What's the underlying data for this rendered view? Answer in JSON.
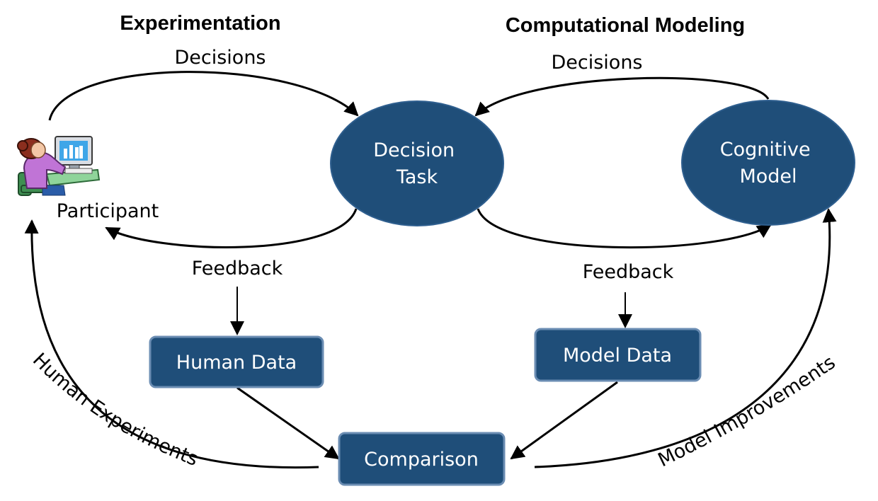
{
  "headings": {
    "experimentation": "Experimentation",
    "computational_modeling": "Computational Modeling"
  },
  "nodes": {
    "decision_task": [
      "Decision",
      "Task"
    ],
    "cognitive_model": [
      "Cognitive",
      "Model"
    ],
    "human_data": "Human Data",
    "model_data": "Model Data",
    "comparison": "Comparison"
  },
  "labels": {
    "decisions_left": "Decisions",
    "decisions_right": "Decisions",
    "feedback_left": "Feedback",
    "feedback_right": "Feedback",
    "participant": "Participant",
    "human_experiments": "Human Experiments",
    "model_improvements": "Model Improvements"
  },
  "icons": {
    "participant": "person-at-computer-icon"
  },
  "colors": {
    "node_fill": "#1f4e79",
    "node_text": "#ffffff",
    "edge": "#000000"
  }
}
